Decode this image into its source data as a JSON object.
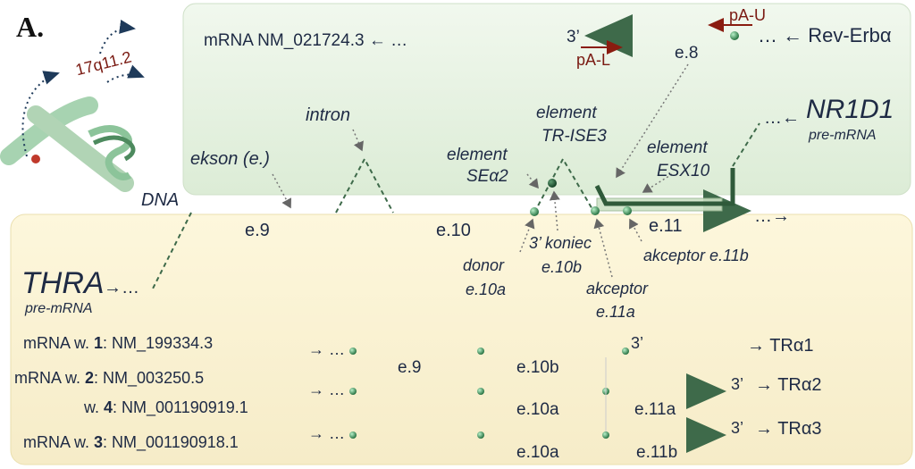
{
  "panel_label": "A.",
  "chromosome": {
    "locus": "17q11.2",
    "dna_label": "DNA"
  },
  "top_panel": {
    "mrna_rev": "mRNA NM_021724.3 ← …",
    "rev_erb_label": "… ← Rev-Erbα",
    "three_prime": "3’",
    "primer_u": "pA-U",
    "primer_l": "pA-L",
    "exon_e8": "e.8",
    "nr1d1_arrow": "…←",
    "nr1d1_name": "NR1D1",
    "nr1d1_sub": "pre-mRNA"
  },
  "gene_annotations": {
    "ekson": "ekson (e.)",
    "intron": "intron",
    "element_sea2_l1": "element",
    "element_sea2_l2": "SEα2",
    "element_trise_l1": "element",
    "element_trise_l2": "TR-ISE3",
    "element_esx_l1": "element",
    "element_esx_l2": "ESX10",
    "e9": "e.9",
    "e10": "e.10",
    "e11": "e.11",
    "end_arrow": "…→",
    "three_koniec_l1": "3’ koniec",
    "three_koniec_l2": "e.10b",
    "donor_l1": "donor",
    "donor_l2": "e.10a",
    "akceptor_a_l1": "akceptor",
    "akceptor_a_l2": "e.11a",
    "akceptor_b": "akceptor e.11b"
  },
  "thra": {
    "name": "THRA",
    "arrow": "→…",
    "sub": "pre-mRNA"
  },
  "transcripts": [
    {
      "prefix": "mRNA w. ",
      "num": "1",
      "acc": ": NM_199334.3",
      "lead": "→ …",
      "end": "3’",
      "product": "→ TRα1",
      "exons": [
        "e.9",
        "e.10b"
      ]
    },
    {
      "prefix": "mRNA w. ",
      "num": "2",
      "acc": ": NM_003250.5",
      "lead": "→ …",
      "end": "3’",
      "product": "→ TRα2",
      "exons": [
        "e.10a",
        "e.11a"
      ]
    },
    {
      "prefix": "w. ",
      "num": "4",
      "acc": ": NM_001190919.1"
    },
    {
      "prefix": "mRNA w. ",
      "num": "3",
      "acc": ": NM_001190918.1",
      "lead": "→ …",
      "end": "3’",
      "product": "→ TRα3",
      "exons": [
        "e.10a",
        "e.11b"
      ]
    }
  ],
  "colors": {
    "top_panel": "#e8f3e4",
    "bottom_panel": "#faf3d6",
    "exon_line": "#4f7d5c",
    "node": "#3a8a55",
    "primer": "#8a1c10"
  }
}
